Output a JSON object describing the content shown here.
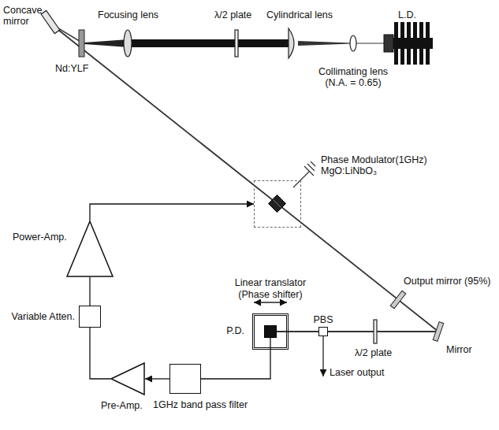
{
  "diagram": {
    "nodes": [
      {
        "text": [
          "Phase Modulator(1GHz) MgO:LiNbO₃"
        ]
      },
      {
        "text": [
          "Power-Amp."
        ]
      },
      {
        "text": [
          "Linear translator (Phase shifter)"
        ]
      },
      {
        "text": [
          "P.D."
        ],
        "in": 2
      },
      {
        "text": [
          "PBS"
        ]
      },
      {
        "text": [
          "Variable Atten."
        ]
      },
      {
        "text": [
          "Pre-Amp."
        ]
      },
      {
        "text": [
          "1GHz band pass filter"
        ]
      }
    ],
    "edges": [
      {
        "from": 3,
        "to": 7,
        "arrow": "none"
      },
      {
        "from": 7,
        "to": 6,
        "arrow": "to"
      },
      {
        "from": 6,
        "to": 5,
        "arrow": "none"
      },
      {
        "from": 5,
        "to": 1,
        "arrow": "none"
      },
      {
        "from": 1,
        "to": 0,
        "arrow": "to"
      },
      {
        "from": 4,
        "to": 3,
        "arrow": "none"
      }
    ],
    "labels": [
      "Concave mirror",
      "Focusing lens",
      "λ/2 plate",
      "Cylindrical lens",
      "L.D.",
      "Collimating lens (N.A. = 0.65)",
      "Nd:YLF",
      "Output mirror (95%)",
      "Mirror",
      "λ/2 plate",
      "Laser output"
    ]
  }
}
